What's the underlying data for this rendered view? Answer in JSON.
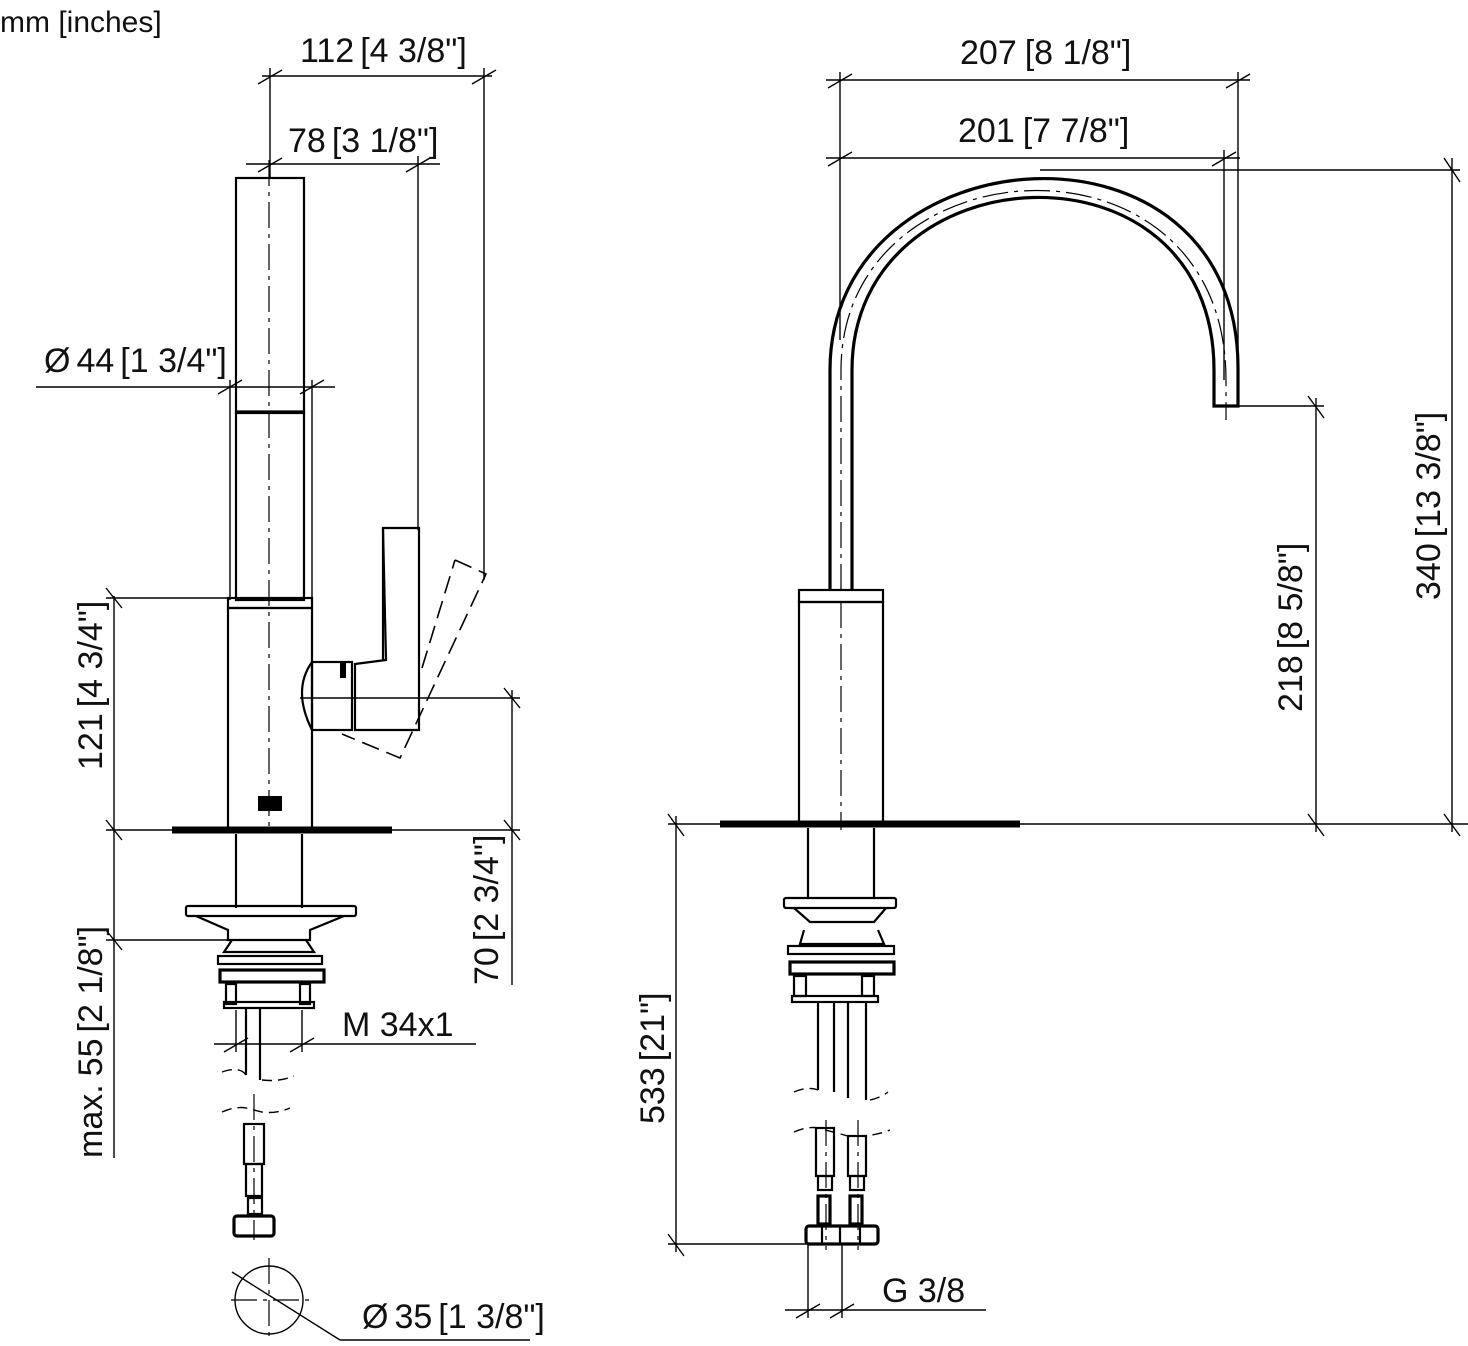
{
  "units_label": "mm [inches]",
  "side_view": {
    "overall_width": {
      "mm": "112",
      "in": "[4 3/8\"]"
    },
    "spout_reach": {
      "mm": "78",
      "in": "[3 1/8\"]"
    },
    "body_diameter": {
      "symbol": "Ø",
      "mm": "44",
      "in": "[1 3/4\"]"
    },
    "lever_height": {
      "mm": "121",
      "in": "[4 3/4\"]"
    },
    "lever_swing_clearance": {
      "mm": "70",
      "in": "[2 3/4\"]"
    },
    "max_deck_thickness": {
      "prefix": "max.",
      "mm": "55",
      "in": "[2 1/8\"]"
    },
    "thread": "M 34x1",
    "hole_diameter": {
      "symbol": "Ø",
      "mm": "35",
      "in": "[1 3/8\"]"
    }
  },
  "front_view": {
    "spout_outer_reach": {
      "mm": "207",
      "in": "[8 1/8\"]"
    },
    "spout_reach": {
      "mm": "201",
      "in": "[7 7/8\"]"
    },
    "spout_outlet_height": {
      "mm": "218",
      "in": "[8 5/8\"]"
    },
    "total_height": {
      "mm": "340",
      "in": "[13 3/8\"]"
    },
    "hose_length": {
      "mm": "533",
      "in": "[21\"]"
    },
    "connection_thread": "G 3/8"
  }
}
